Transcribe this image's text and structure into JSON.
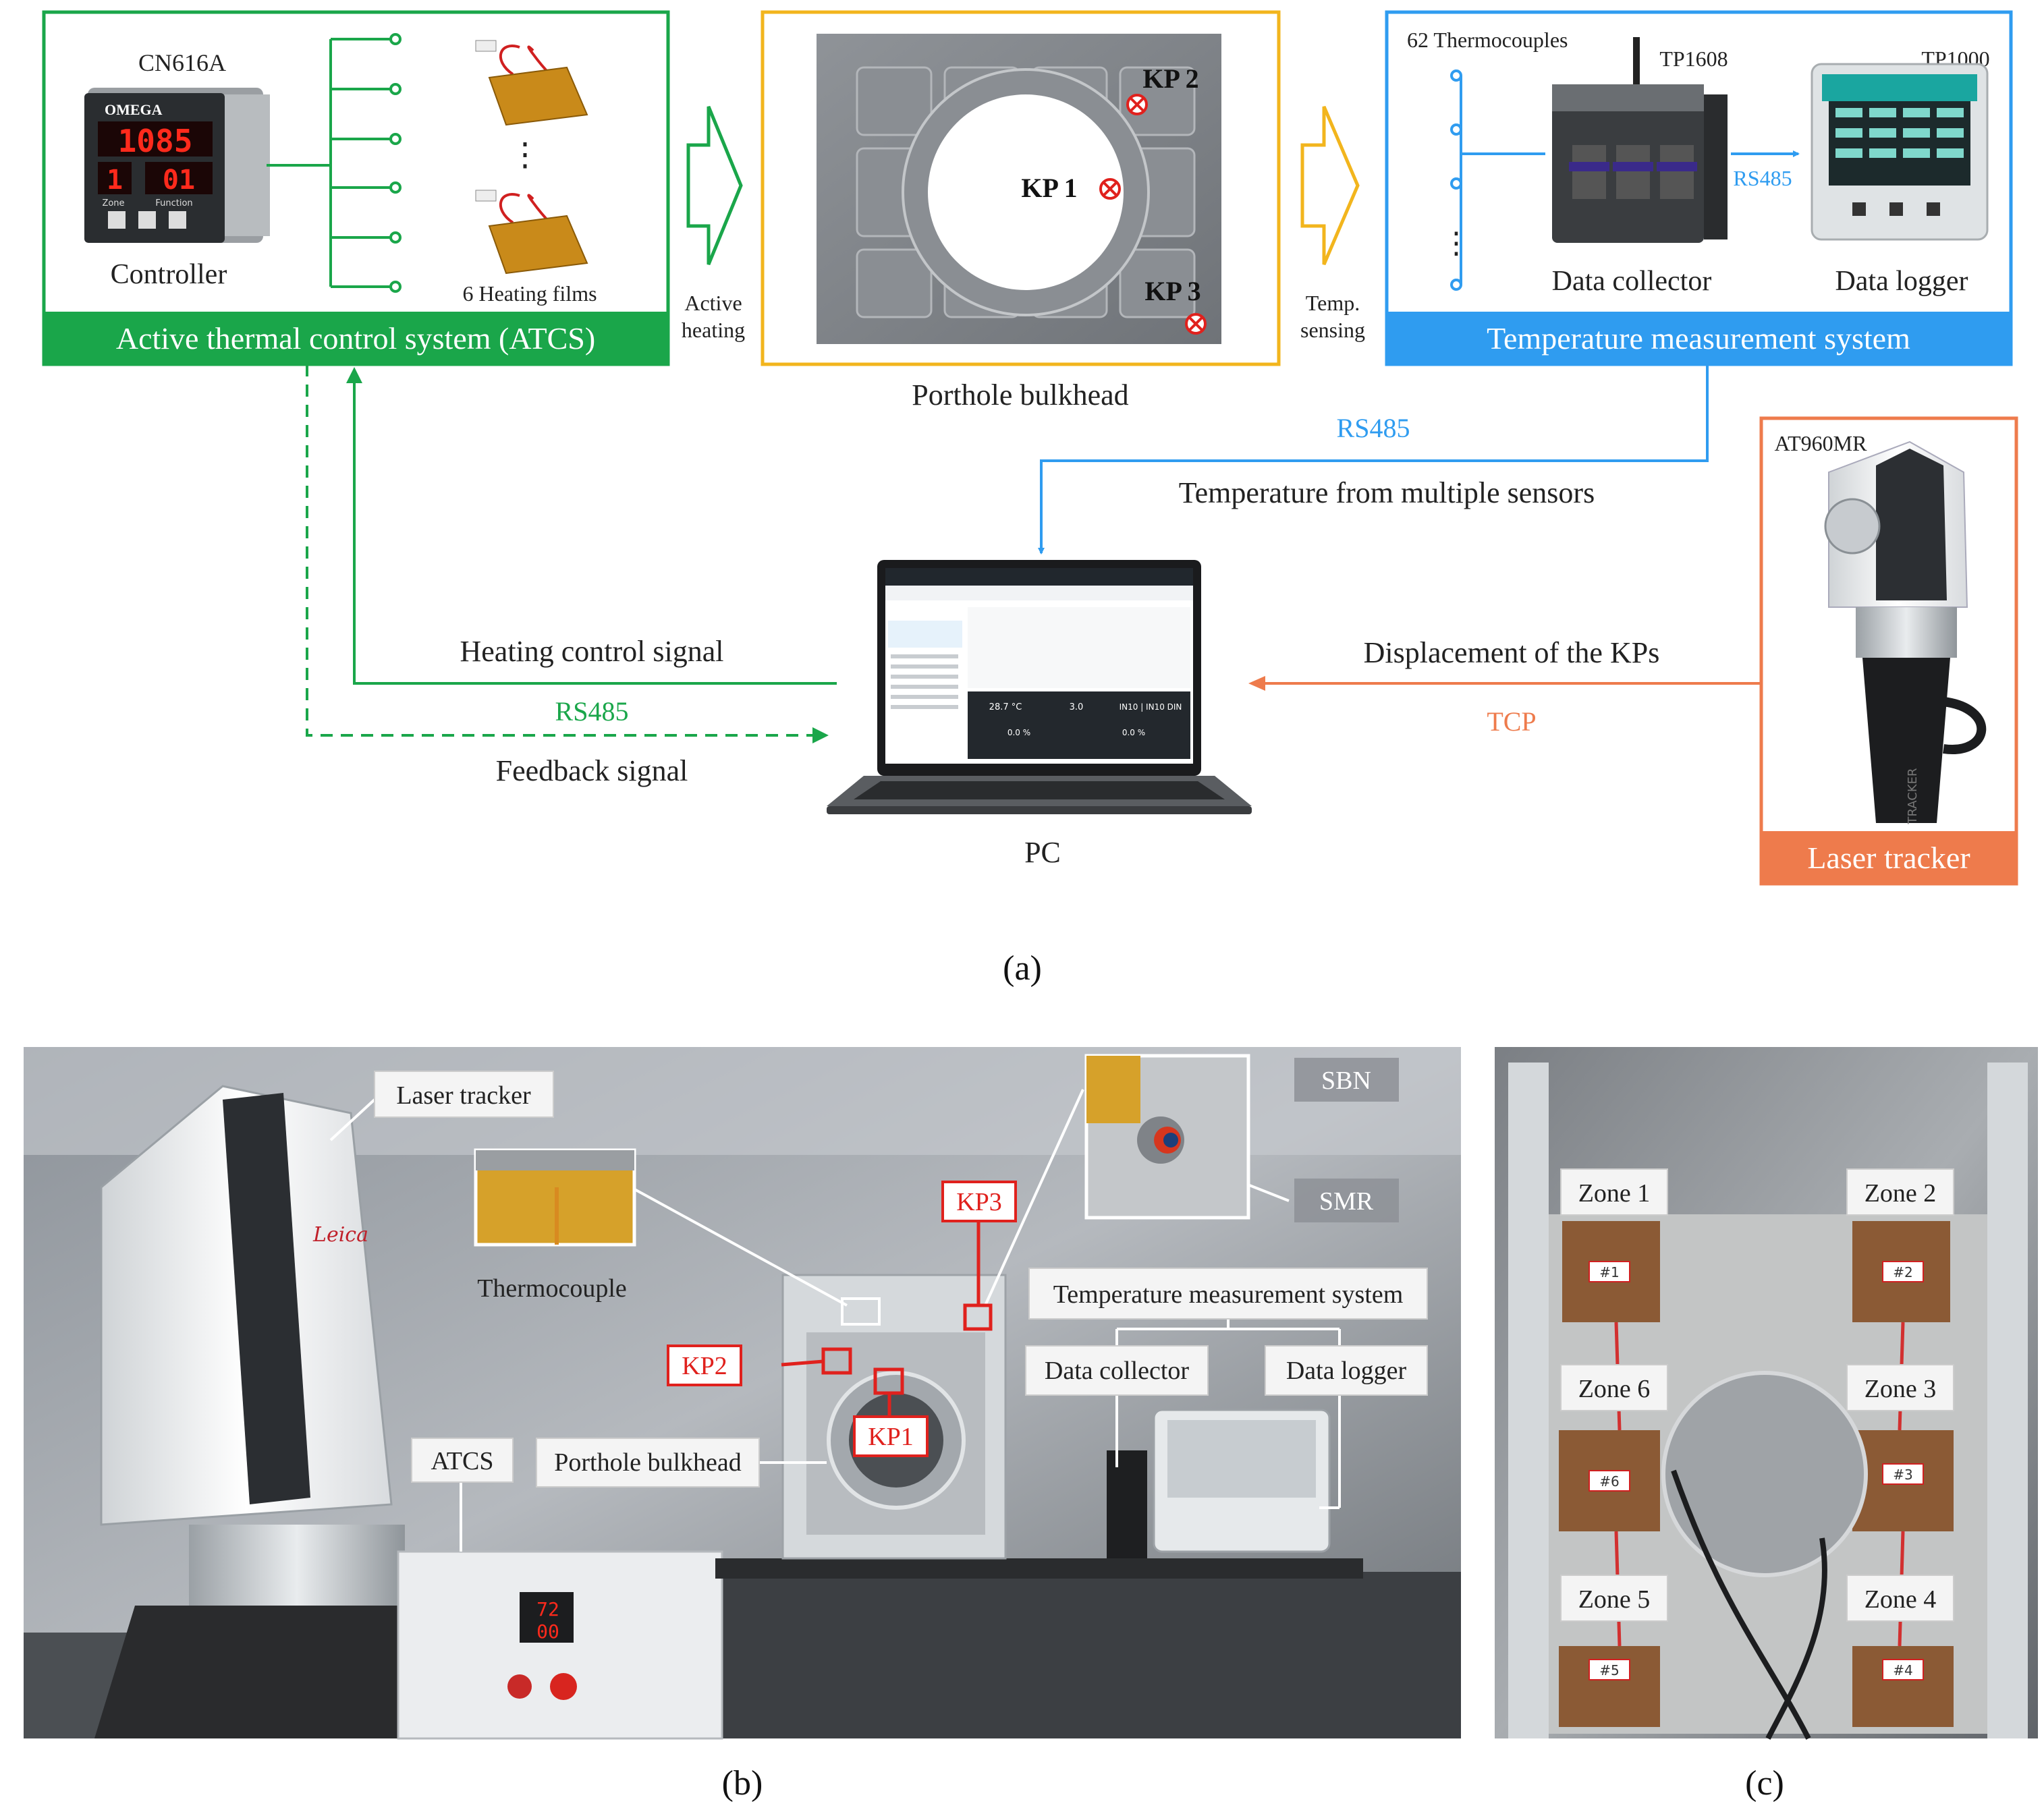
{
  "colors": {
    "green": "#1aa64a",
    "yellow": "#f2b51d",
    "blue": "#2f9cf0",
    "orange": "#ee7b4c",
    "red": "#e0211d"
  },
  "atcs": {
    "model": "CN616A",
    "controller_label": "Controller",
    "brand": "OMEGA",
    "display_top": "1085",
    "display_left": "1",
    "display_right": "01",
    "key_zone": "Zone",
    "key_function": "Function",
    "films_dots": "⋮",
    "films_label": "6 Heating films",
    "title": "Active thermal control system (ATCS)"
  },
  "arrow1": {
    "line1": "Active",
    "line2": "heating"
  },
  "bulkhead": {
    "caption": "Porthole bulkhead",
    "kp1": "KP 1",
    "kp2": "KP 2",
    "kp3": "KP 3"
  },
  "arrow2": {
    "line1": "Temp.",
    "line2": "sensing"
  },
  "tms": {
    "thermocouples": "62 Thermocouples",
    "tp1608": "TP1608",
    "tp1000": "TP1000",
    "rs485": "RS485",
    "collector": "Data collector",
    "logger": "Data logger",
    "dots": "⋮",
    "title": "Temperature measurement system"
  },
  "links": {
    "rs485_top": "RS485",
    "temp_multi": "Temperature from multiple sensors",
    "heating_signal": "Heating control signal",
    "rs485_left": "RS485",
    "feedback": "Feedback signal",
    "displacement": "Displacement of the KPs",
    "tcp": "TCP"
  },
  "pc": {
    "label": "PC",
    "screen_temp": "28.7 °C",
    "screen_val": "3.0",
    "screen_port": "IN10 | IN10 DIN",
    "screen_pct1": "0.0 %",
    "screen_pct2": "0.0 %"
  },
  "tracker": {
    "model": "AT960MR",
    "title": "Laser tracker",
    "word": "TRACKER"
  },
  "panel_a": "(a)",
  "photo_b": {
    "laser_tracker": "Laser tracker",
    "thermocouple": "Thermocouple",
    "kp1": "KP1",
    "kp2": "KP2",
    "kp3": "KP3",
    "sbn": "SBN",
    "smr": "SMR",
    "tms": "Temperature measurement system",
    "collector": "Data collector",
    "logger": "Data logger",
    "atcs": "ATCS",
    "bulkhead": "Porthole bulkhead",
    "leica": "Leica",
    "atcs_display1": "72",
    "atcs_display2": "00"
  },
  "panel_b": "(b)",
  "photo_c": {
    "zone1": "Zone 1",
    "zone2": "Zone 2",
    "zone3": "Zone 3",
    "zone4": "Zone 4",
    "zone5": "Zone 5",
    "zone6": "Zone 6",
    "tag1": "#1",
    "tag2": "#2",
    "tag3": "#3",
    "tag4": "#4",
    "tag5": "#5",
    "tag6": "#6"
  },
  "panel_c": "(c)"
}
